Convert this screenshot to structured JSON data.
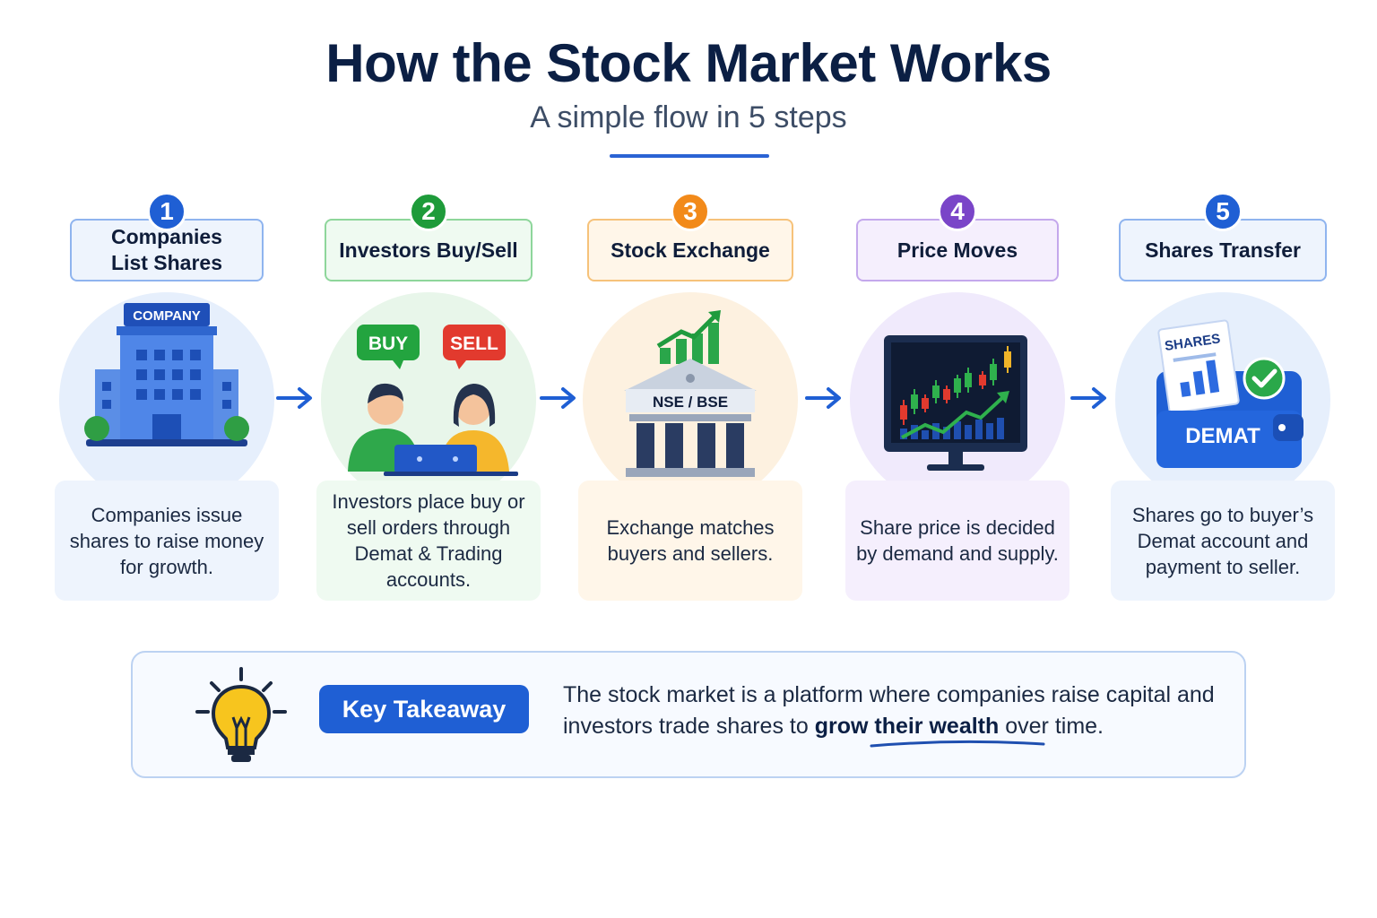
{
  "header": {
    "title": "How the Stock Market Works",
    "subtitle": "A simple flow in 5 steps"
  },
  "steps": [
    {
      "number": "1",
      "label": "Companies\nList Shares",
      "description": "Companies issue shares to raise money for growth.",
      "accent": "#1f5fd4",
      "icon": "company-building-icon",
      "icon_text": "COMPANY"
    },
    {
      "number": "2",
      "label": "Investors Buy/Sell",
      "description": "Investors place buy or sell orders through Demat & Trading accounts.",
      "accent": "#1e9b3a",
      "icon": "investors-laptop-icon",
      "icon_text_buy": "BUY",
      "icon_text_sell": "SELL"
    },
    {
      "number": "3",
      "label": "Stock Exchange",
      "description": "Exchange matches buyers and sellers.",
      "accent": "#f28a1a",
      "icon": "exchange-building-icon",
      "icon_text": "NSE / BSE"
    },
    {
      "number": "4",
      "label": "Price Moves",
      "description": "Share price is decided by demand and supply.",
      "accent": "#7a45c8",
      "icon": "candlestick-monitor-icon"
    },
    {
      "number": "5",
      "label": "Shares Transfer",
      "description": "Shares go to buyer’s Demat account and payment to seller.",
      "accent": "#1f5fd4",
      "icon": "demat-wallet-icon",
      "icon_text_shares": "SHARES",
      "icon_text_demat": "DEMAT"
    }
  ],
  "takeaway": {
    "badge": "Key Takeaway",
    "text_before": "The stock market is a platform where companies raise capital and investors trade shares to ",
    "text_emphasis": "grow their wealth",
    "text_after": " over time.",
    "icon": "lightbulb-icon"
  }
}
